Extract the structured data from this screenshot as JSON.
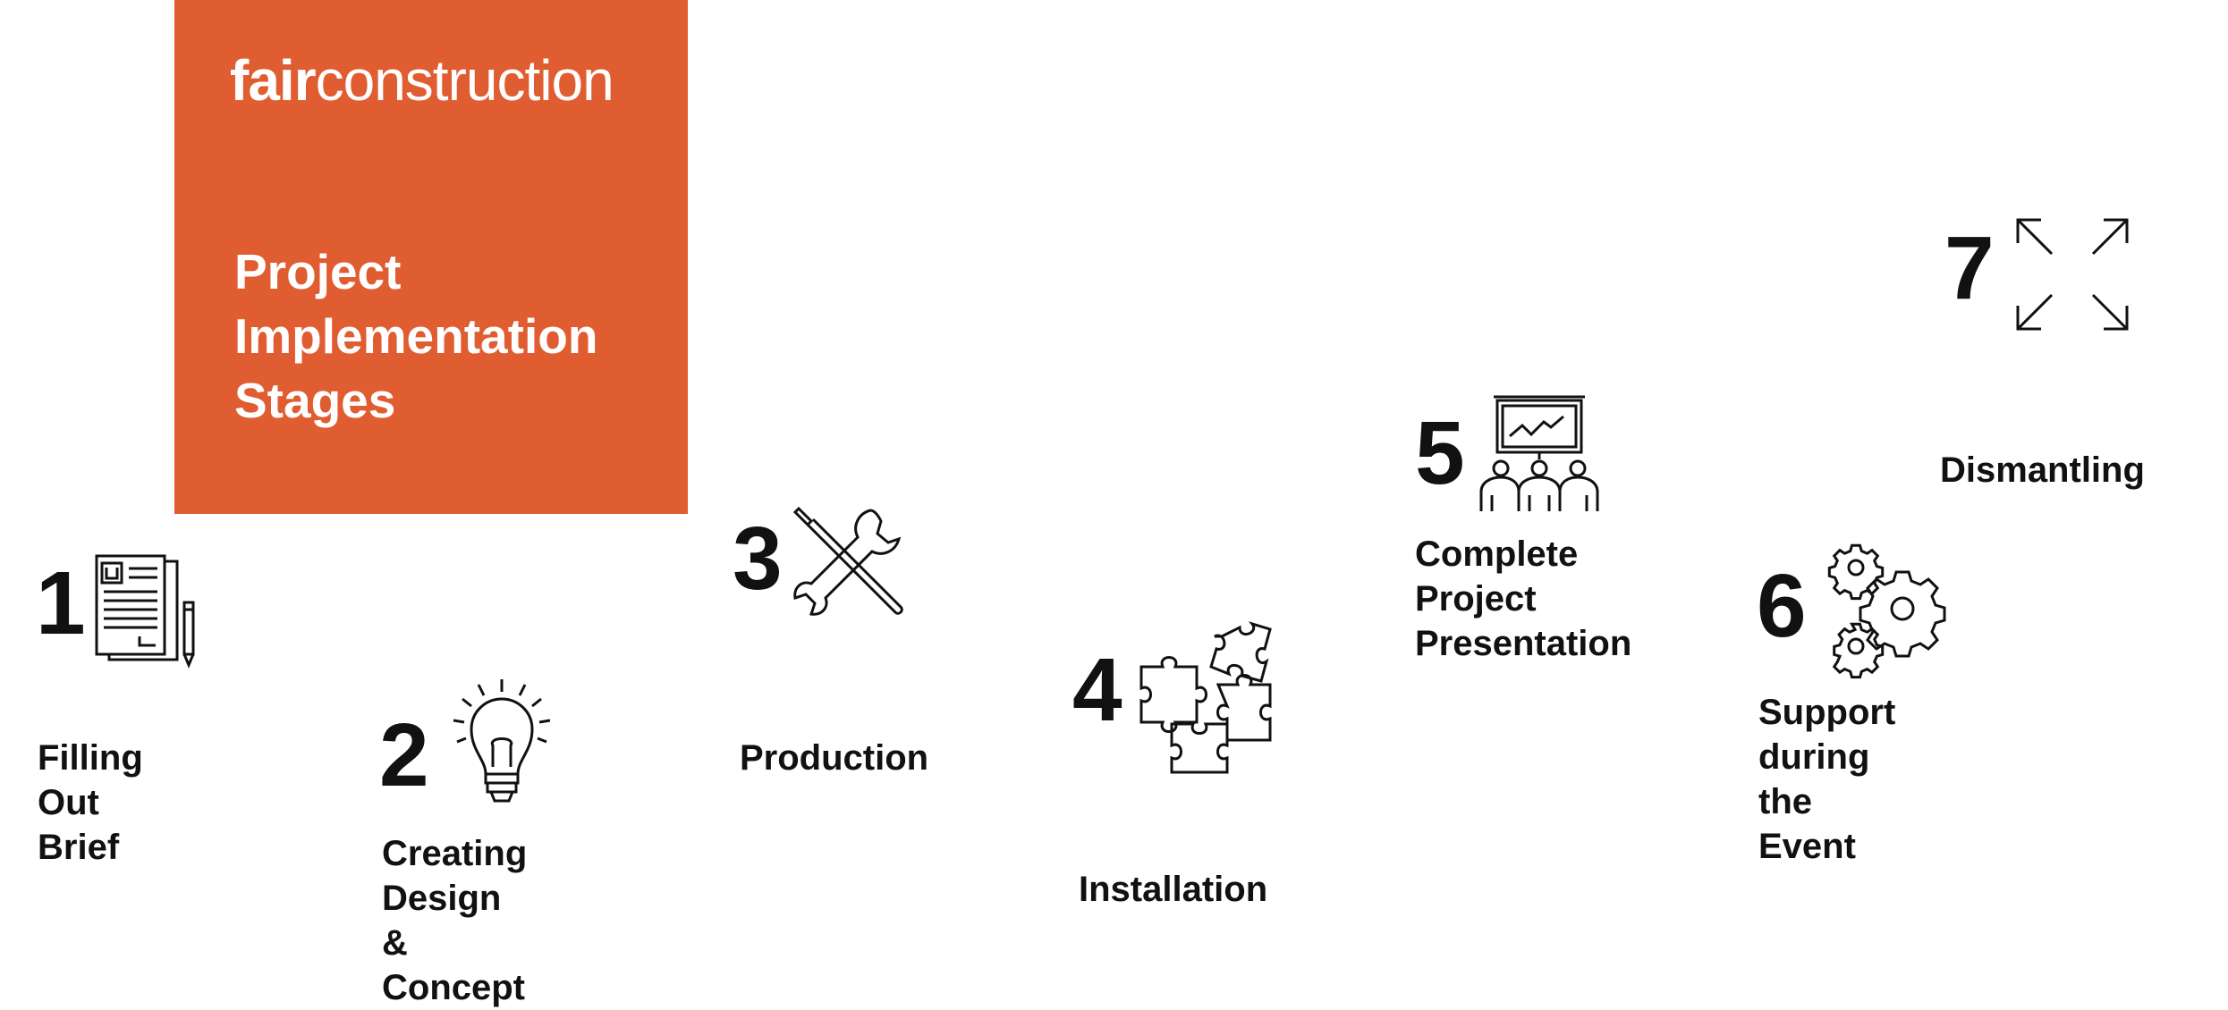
{
  "brand": {
    "logo_bold": "fair",
    "logo_light": "construction",
    "title": "Project\nImplementation\nStages",
    "color": "#e05d31"
  },
  "stages": [
    {
      "number": "1",
      "label": "Filling Out\nBrief",
      "icon": "document-pen-icon"
    },
    {
      "number": "2",
      "label": "Creating\nDesign &\nConcept",
      "icon": "lightbulb-icon"
    },
    {
      "number": "3",
      "label": "Production",
      "icon": "tools-icon"
    },
    {
      "number": "4",
      "label": "Installation",
      "icon": "puzzle-icon"
    },
    {
      "number": "5",
      "label": "Complete\nProject\nPresentation",
      "icon": "presentation-icon"
    },
    {
      "number": "6",
      "label": "Support\nduring the\nEvent",
      "icon": "gears-icon"
    },
    {
      "number": "7",
      "label": "Dismantling",
      "icon": "expand-arrows-icon"
    }
  ]
}
